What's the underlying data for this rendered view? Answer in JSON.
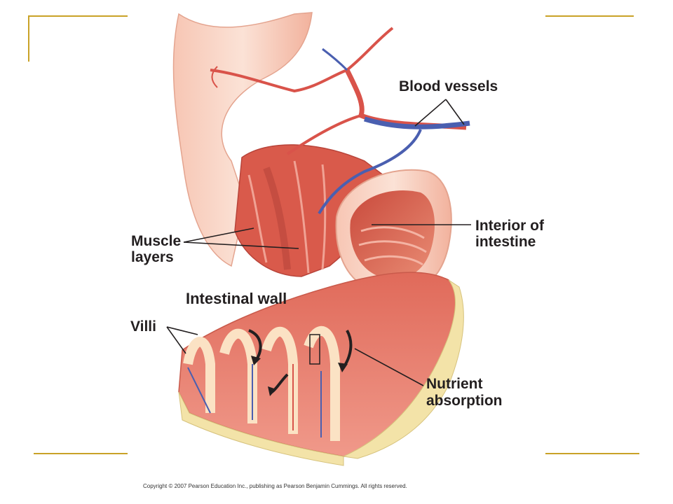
{
  "labels": {
    "blood_vessels": "Blood vessels",
    "interior_line1": "Interior of",
    "interior_line2": "intestine",
    "muscle_line1": "Muscle",
    "muscle_line2": "layers",
    "intestinal_wall": "Intestinal wall",
    "villi": "Villi",
    "nutrient_line1": "Nutrient",
    "nutrient_line2": "absorption"
  },
  "copyright": "Copyright © 2007 Pearson Education Inc., publishing as Pearson Benjamin Cummings. All rights reserved.",
  "colors": {
    "accent_frame": "#c9a227",
    "tissue": "#e8786a",
    "artery": "#d9534a",
    "vein": "#4a5fb0",
    "fat": "#f3e3a8"
  }
}
